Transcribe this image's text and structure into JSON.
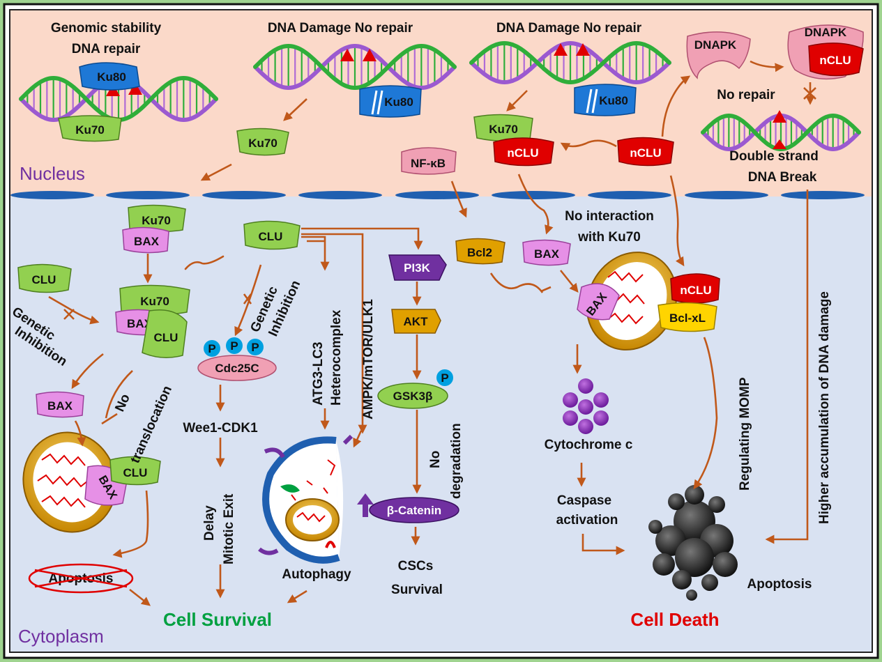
{
  "regions": {
    "nucleus": "Nucleus",
    "cytoplasm": "Cytoplasm"
  },
  "headings": {
    "genomic": [
      "Genomic stability",
      "DNA repair"
    ],
    "damage_a": "DNA Damage No repair",
    "damage_b": "DNA Damage No repair",
    "no_repair": "No repair",
    "dsb": [
      "Double strand",
      "DNA Break"
    ]
  },
  "proteins": {
    "ku80": "Ku80",
    "ku70": "Ku70",
    "nclu": "nCLU",
    "dnapk": "DNAPK",
    "nfkb": "NF-κB",
    "clu": "CLU",
    "bax": "BAX",
    "bcl2": "Bcl2",
    "bclxl": "Bcl-xL",
    "cdc25c": "Cdc25C",
    "p": "P",
    "pi3k": "PI3K",
    "akt": "AKT",
    "gsk3b": "GSK3β",
    "bcatenin": "β-Catenin"
  },
  "labels": {
    "no_interaction": [
      "No interaction",
      "with Ku70"
    ],
    "genetic_inhibition": [
      "Genetic",
      "Inhibition"
    ],
    "no_translocation": [
      "No",
      "translocation"
    ],
    "atg3": [
      "ATG3-LC3",
      "Heterocomplex"
    ],
    "ampk": "AMPK/mTOR/ULK1",
    "no_degradation": [
      "No",
      "degradation"
    ],
    "wee1": "Wee1-CDK1",
    "delay_mitotic": [
      "Delay",
      "Mitotic Exit"
    ],
    "autophagy": "Autophagy",
    "cscs": [
      "CSCs",
      "Survival"
    ],
    "cytochrome": "Cytochrome c",
    "caspase": [
      "Caspase",
      "activation"
    ],
    "regulating_momp": "Regulating MOMP",
    "higher_accumulation": "Higher accumulation of DNA damage",
    "apoptosis_crossed": "Apoptosis",
    "apoptosis": "Apoptosis",
    "cell_survival": "Cell Survival",
    "cell_death": "Cell Death"
  },
  "colors": {
    "nucleus_bg": "#fbd9c9",
    "cytoplasm_bg": "#d9e2f2",
    "region_text": "#7030a0",
    "survival": "#00a040",
    "death": "#e00000",
    "arrow": "#c0581a",
    "ku70": "#92d050",
    "ku80": "#1e78d6",
    "nclu": "#e00000",
    "bax": "#e690e6",
    "clu": "#92d050",
    "pi3k": "#7030a0",
    "akt": "#e0a000",
    "gsk3b": "#92d050",
    "bcatenin": "#7030a0"
  }
}
